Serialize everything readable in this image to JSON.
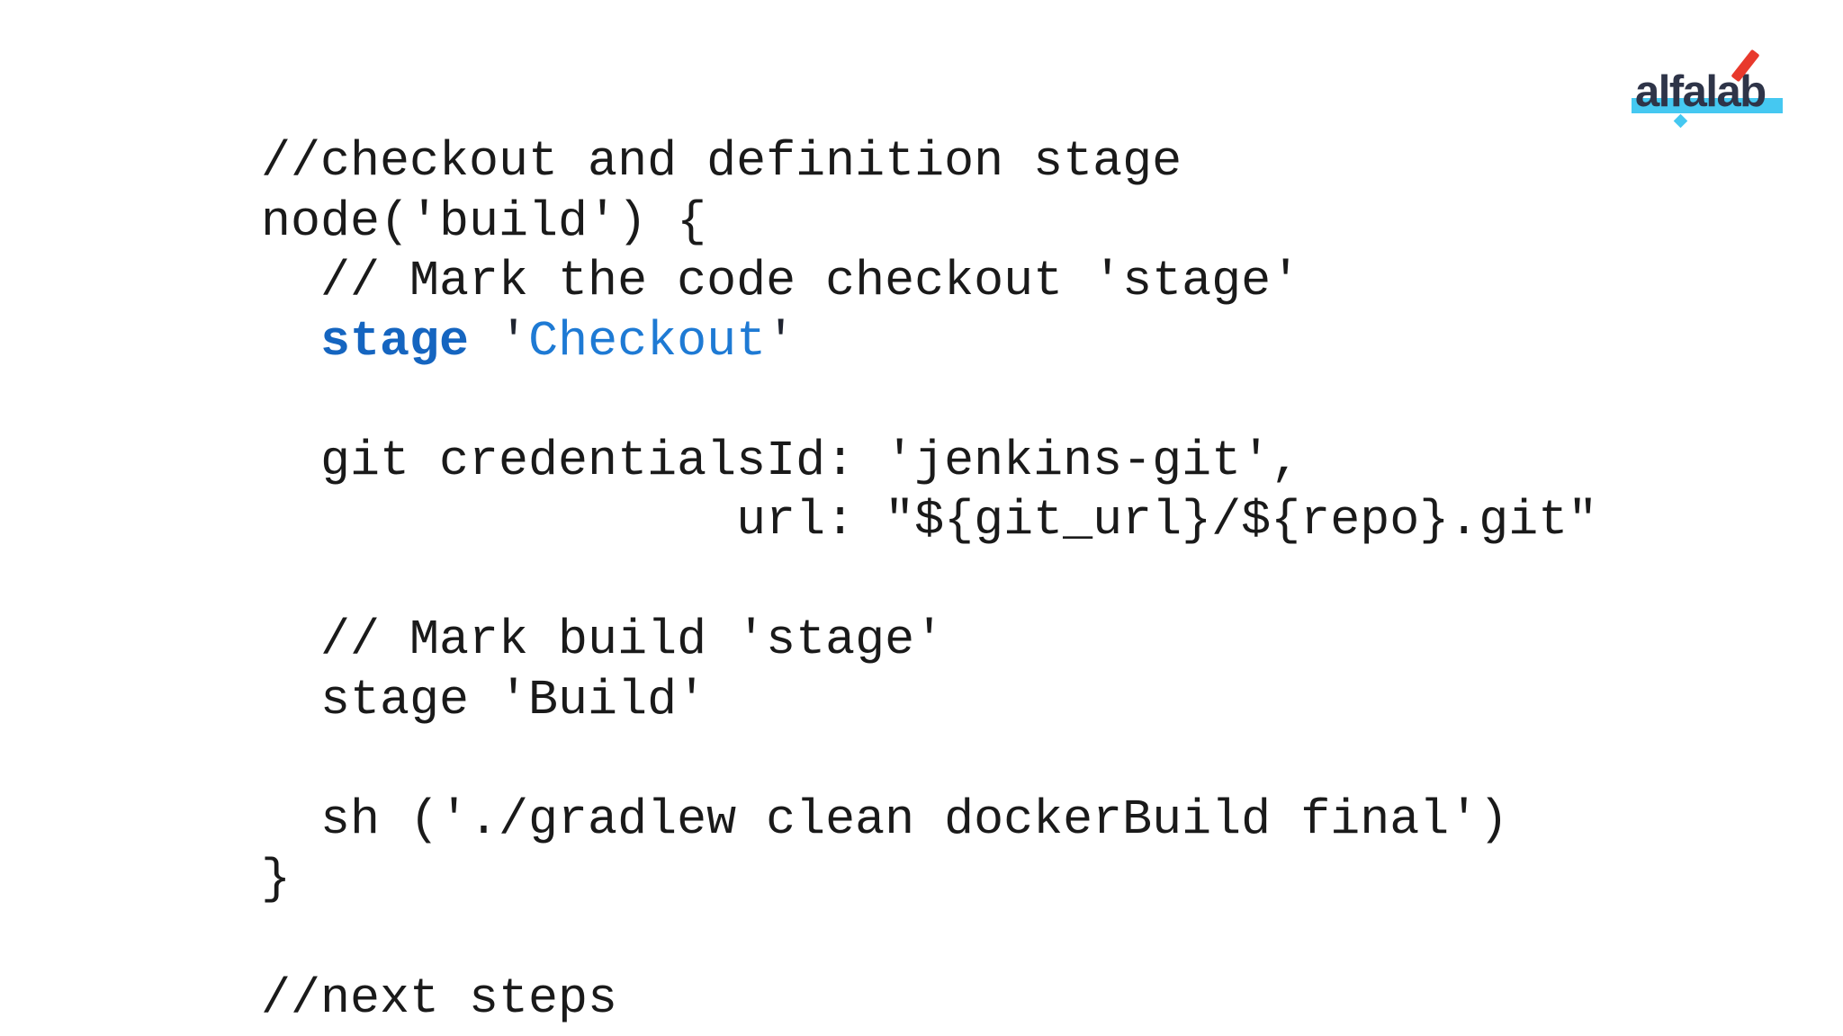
{
  "colors": {
    "code-fg": "#1a1a1a",
    "keyword": "#1565c0",
    "string": "#1e7ad4",
    "quote": "#1f2430",
    "navy": "#2e3448",
    "cyan": "#45c8f1",
    "red": "#e8392c"
  },
  "logo": {
    "text": "alfalab",
    "accent_icons": [
      "red-slash-accent",
      "cyan-diamond"
    ]
  },
  "code": {
    "language": "jenkins-groovy",
    "lines": [
      [
        {
          "t": "//checkout and definition stage"
        }
      ],
      [
        {
          "t": "node('build') {"
        }
      ],
      [
        {
          "t": "  // Mark the code checkout 'stage'"
        }
      ],
      [
        {
          "t": "  "
        },
        {
          "t": "stage",
          "s": "keyword"
        },
        {
          "t": " "
        },
        {
          "t": "'",
          "s": "quote"
        },
        {
          "t": "Checkout",
          "s": "string"
        },
        {
          "t": "'",
          "s": "quote"
        }
      ],
      [],
      [
        {
          "t": "  git credentialsId: 'jenkins-git',"
        }
      ],
      [
        {
          "t": "                url: \"${git_url}/${repo}.git\""
        }
      ],
      [],
      [
        {
          "t": "  // Mark build 'stage'"
        }
      ],
      [
        {
          "t": "  stage 'Build'"
        }
      ],
      [],
      [
        {
          "t": "  sh ('./gradlew clean dockerBuild final')"
        }
      ],
      [
        {
          "t": "}"
        }
      ],
      [],
      [
        {
          "t": "//next steps"
        }
      ]
    ]
  }
}
